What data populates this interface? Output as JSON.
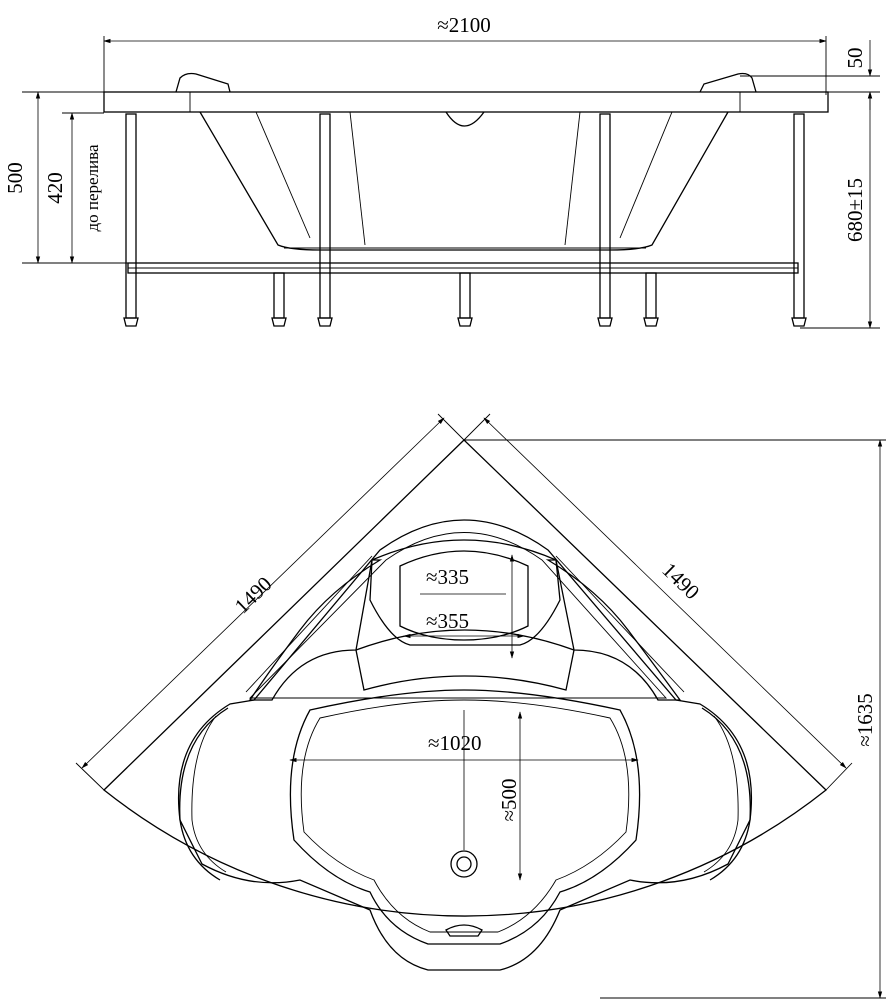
{
  "side_view": {
    "width_label": "≈2100",
    "rim_label": "50",
    "height_label": "500",
    "overflow_height_label": "420",
    "overflow_note": "до перелива",
    "leg_height_label": "680±15"
  },
  "top_view": {
    "side_left_label": "1490",
    "side_right_label": "1490",
    "diagonal_label": "≈1635",
    "seat_depth_label": "≈335",
    "seat_width_label": "≈355",
    "inner_width_label": "≈1020",
    "inner_depth_label": "≈500"
  }
}
